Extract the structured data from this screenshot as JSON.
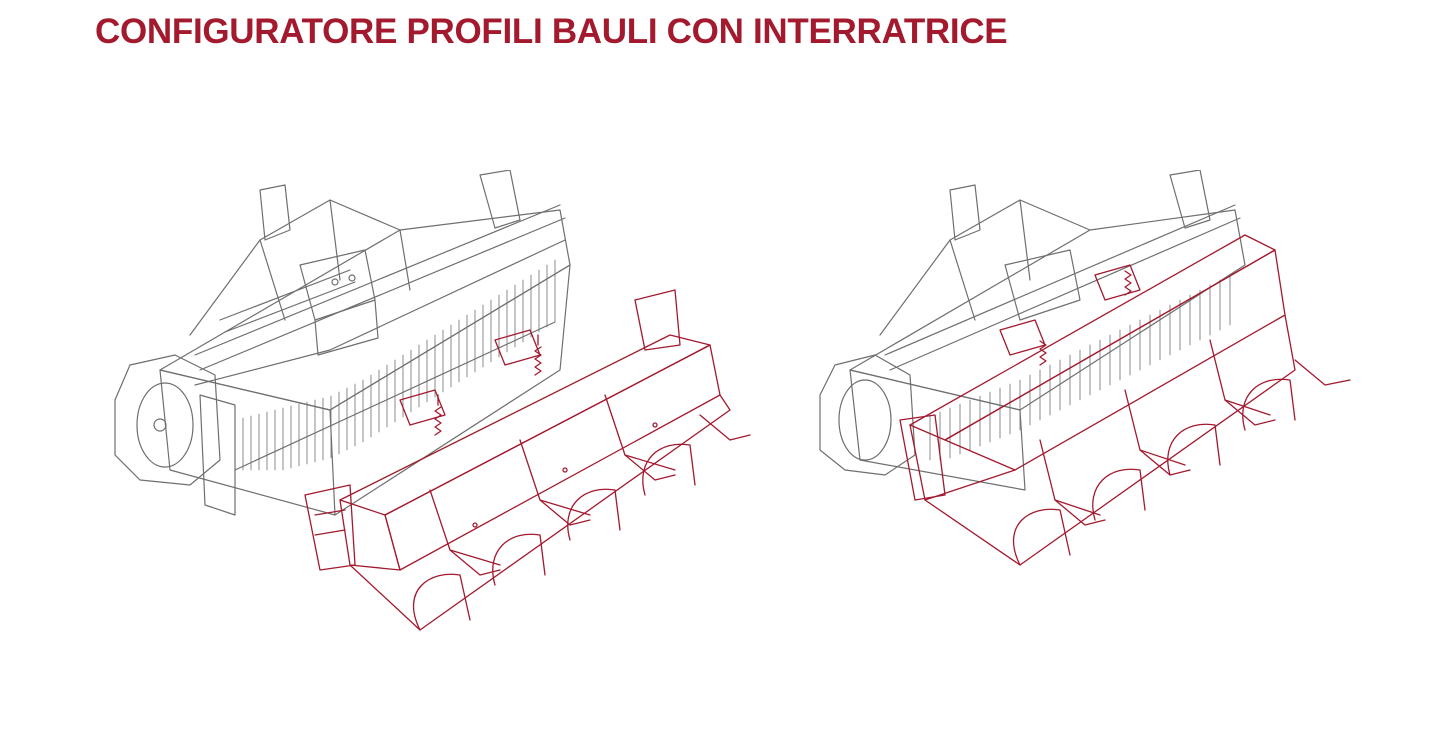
{
  "page": {
    "title": "CONFIGURATORE PROFILI BAULI CON INTERRATRICE"
  },
  "colors": {
    "title": "#a31a2f",
    "tiller_line": "#6f6f6f",
    "trunk_line": "#a31a2f"
  },
  "figures": [
    {
      "id": "exploded-view",
      "icon": "tiller-with-detached-trunk-profile-drawing"
    },
    {
      "id": "assembled-view",
      "icon": "tiller-with-mounted-trunk-profile-drawing"
    }
  ]
}
